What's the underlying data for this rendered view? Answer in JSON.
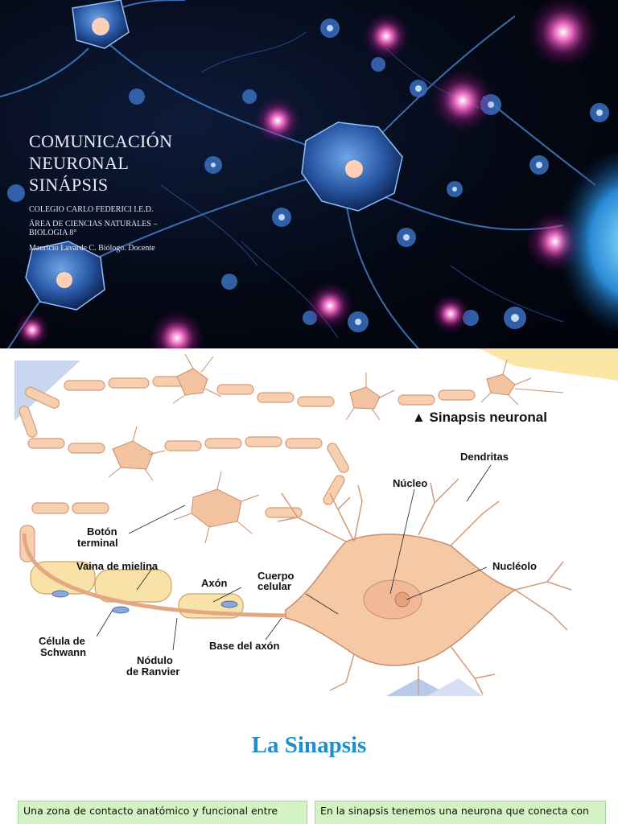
{
  "slide1": {
    "title_lines": [
      "COMUNICACIÓN",
      "NEURONAL",
      "SINÁPSIS"
    ],
    "school": "COLEGIO CARLO FEDERICI I.E.D.",
    "area_lines": [
      "ÁREA DE CIENCIAS NATURALES –",
      "BIOLOGIA 8°"
    ],
    "author": "Mauricio Lavarde C. Biólogo. Docente"
  },
  "slide2": {
    "caption": "▲ Sinapsis neuronal",
    "labels": {
      "dendritas": "Dendritas",
      "nucleo": "Núcleo",
      "nucleolo": "Nucléolo",
      "boton_1": "Botón",
      "boton_2": "terminal",
      "vaina": "Vaina de mielina",
      "axon": "Axón",
      "cuerpo_1": "Cuerpo",
      "cuerpo_2": "celular",
      "celula_1": "Célula de",
      "celula_2": "Schwann",
      "nodulo_1": "Nódulo",
      "nodulo_2": "de Ranvier",
      "base_axon": "Base del axón"
    }
  },
  "slide3": {
    "title": "La Sinapsis",
    "box_left": "Una zona de contacto anatómico y funcional entre",
    "box_right": "En la sinapsis tenemos una neurona que conecta con"
  }
}
